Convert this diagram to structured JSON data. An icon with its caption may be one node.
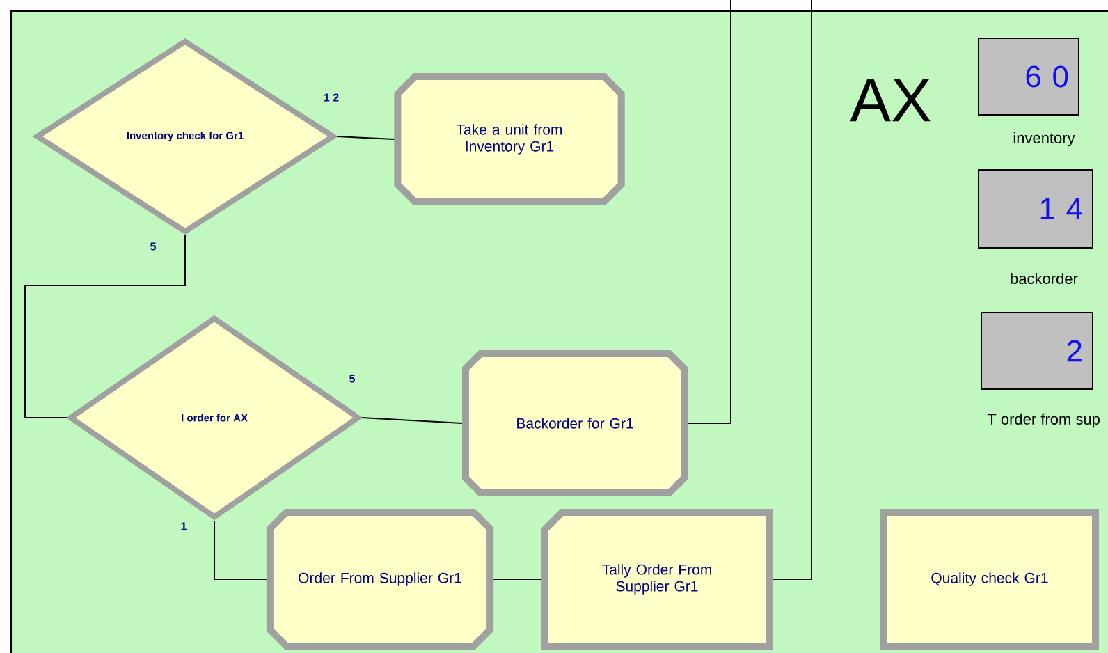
{
  "diagram": {
    "nodes": [
      {
        "text": [
          "Inventory check for Gr1"
        ]
      },
      {
        "text": [
          "Take a unit from Inventory Gr1"
        ]
      },
      {
        "text": [
          "I order for AX"
        ]
      },
      {
        "text": [
          "Backorder for Gr1"
        ]
      },
      {
        "text": [
          "Order From Supplier Gr1"
        ]
      },
      {
        "text": [
          "Tally Order From Supplier Gr1"
        ]
      },
      {
        "text": [
          "Quality check Gr1"
        ]
      },
      {
        "text": [
          "6 0"
        ],
        "beside": [
          "inventory"
        ]
      },
      {
        "text": [
          "1 4"
        ],
        "beside": [
          "backorder"
        ]
      },
      {
        "text": [
          "2"
        ],
        "beside": [
          "T order from sup"
        ]
      }
    ],
    "edges": [
      {
        "from": 0,
        "to": 1,
        "arrow": "none"
      },
      {
        "from": 0,
        "to": 2,
        "arrow": "none"
      },
      {
        "from": 2,
        "to": 3,
        "arrow": "none"
      },
      {
        "from": 2,
        "to": 4,
        "arrow": "none"
      },
      {
        "from": 4,
        "to": 5,
        "arrow": "none"
      },
      {
        "from": 3,
        "to": null,
        "arrow": "none"
      },
      {
        "from": 5,
        "to": null,
        "arrow": "none"
      }
    ],
    "labels": [
      "AX",
      "1 2",
      "5",
      "5",
      "1"
    ]
  }
}
